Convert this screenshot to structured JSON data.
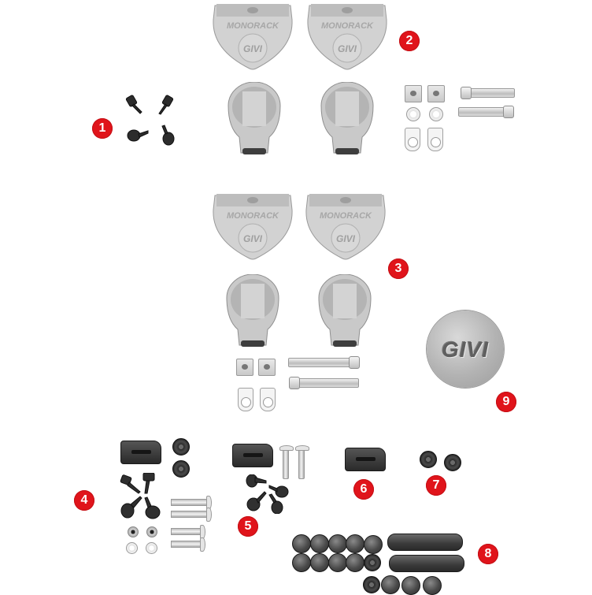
{
  "diagram": {
    "type": "exploded-parts-view",
    "brand_logo_text": "GIVI",
    "plate_embossed_text": "MONORACK",
    "badge_color": "#e0141b",
    "badge_text_color": "#ffffff",
    "background": "#ffffff"
  },
  "callouts": [
    {
      "id": "1",
      "label": "1",
      "group": "black-knob-screws",
      "items": [
        "4 black knob screws"
      ]
    },
    {
      "id": "2",
      "label": "2",
      "group": "monorack-mount-set-upper",
      "items": [
        "2 cover plates",
        "2 mount cups",
        "2 cage nuts",
        "2 washers",
        "2 lugs",
        "2 socket head bolts"
      ]
    },
    {
      "id": "3",
      "label": "3",
      "group": "monorack-mount-set-lower",
      "items": [
        "2 cover plates",
        "2 mount cups",
        "2 cage nuts",
        "2 lugs",
        "2 socket head bolts"
      ]
    },
    {
      "id": "4",
      "label": "4",
      "group": "rubber-block-kit-large",
      "items": [
        "1 rubber block",
        "2 grommets",
        "4 knob screws",
        "4 countersunk screws",
        "2 lock nuts",
        "2 washers"
      ]
    },
    {
      "id": "5",
      "label": "5",
      "group": "rubber-block-kit-small",
      "items": [
        "1 rubber block",
        "2 countersunk screws",
        "4 knob screws"
      ]
    },
    {
      "id": "6",
      "label": "6",
      "group": "rubber-block",
      "items": [
        "1 rubber block"
      ]
    },
    {
      "id": "7",
      "label": "7",
      "group": "grommets",
      "items": [
        "2 grommets"
      ]
    },
    {
      "id": "8",
      "label": "8",
      "group": "rubber-pads-and-bars",
      "items": [
        "14 round pads",
        "2 rubber bars"
      ]
    },
    {
      "id": "9",
      "label": "9",
      "group": "logo-disc-cover",
      "items": [
        "1 GIVI logo disc"
      ]
    }
  ]
}
